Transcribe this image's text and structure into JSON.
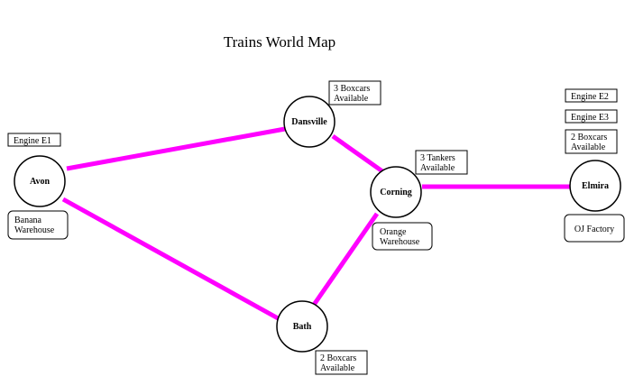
{
  "title": "Trains World Map",
  "colors": {
    "track": "#ff00ff",
    "outline": "#000000",
    "background": "#ffffff"
  },
  "cities": {
    "avon": "Avon",
    "dansville": "Dansville",
    "corning": "Corning",
    "bath": "Bath",
    "elmira": "Elmira"
  },
  "tracks": [
    [
      "Avon",
      "Dansville"
    ],
    [
      "Avon",
      "Bath"
    ],
    [
      "Dansville",
      "Corning"
    ],
    [
      "Bath",
      "Corning"
    ],
    [
      "Corning",
      "Elmira"
    ]
  ],
  "engines": {
    "e1": "Engine E1",
    "e2": "Engine E2",
    "e3": "Engine E3"
  },
  "cargo": {
    "dansville": [
      "3 Boxcars",
      "Available"
    ],
    "corning": [
      "3 Tankers",
      "Available"
    ],
    "elmira": [
      "2 Boxcars",
      "Available"
    ],
    "bath": [
      "2 Boxcars",
      "Available"
    ]
  },
  "facilities": {
    "avon": [
      "Banana",
      "Warehouse"
    ],
    "corning": [
      "Orange",
      "Warehouse"
    ],
    "elmira": "OJ Factory"
  }
}
